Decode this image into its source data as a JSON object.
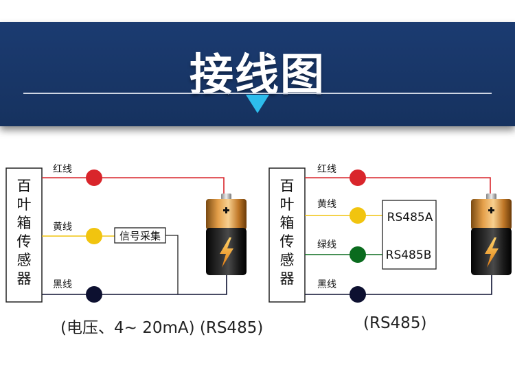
{
  "header": {
    "title": "接线图"
  },
  "left_diagram": {
    "sensor_chars": [
      "百",
      "叶",
      "箱",
      "传",
      "感",
      "器"
    ],
    "wires": {
      "red": "红线",
      "yellow": "黄线",
      "black": "黑线"
    },
    "module_label": "信号采集",
    "caption": "(电压、4~ 20mA) (RS485)"
  },
  "right_diagram": {
    "sensor_chars": [
      "百",
      "叶",
      "箱",
      "传",
      "感",
      "器"
    ],
    "wires": {
      "red": "红线",
      "yellow": "黄线",
      "green": "绿线",
      "black": "黑线"
    },
    "rs485a": "RS485A",
    "rs485b": "RS485B",
    "caption": "(RS485)"
  },
  "colors": {
    "banner": "#1b3b71",
    "arrow": "#2dbcec",
    "red_wire": "#d9252b",
    "yellow_wire": "#f1c40f",
    "green_wire": "#0a6b1e",
    "black_wire": "#0d1030"
  },
  "icons": [
    "battery-icon",
    "lightning-icon",
    "plus-icon"
  ]
}
